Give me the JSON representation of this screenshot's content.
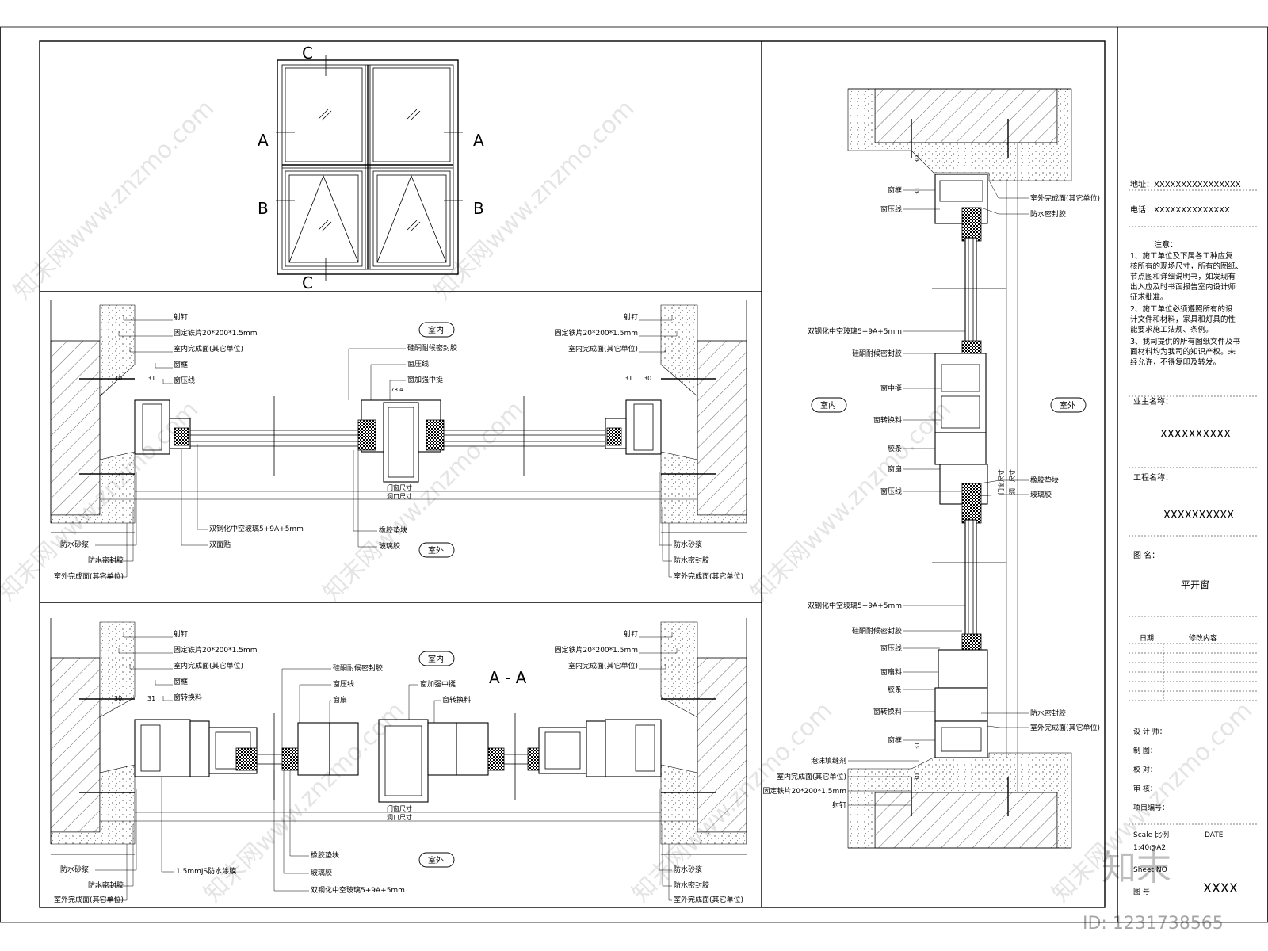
{
  "elevation": {
    "labels": {
      "a_left": "A",
      "a_right": "A",
      "b_left": "B",
      "b_right": "B",
      "c_top": "C",
      "c_bottom": "C"
    }
  },
  "horizontal_section_b": {
    "room_in": "室内",
    "room_out": "室外",
    "left_top": [
      "射钉",
      "固定铁片20*200*1.5mm",
      "室内完成面(其它单位)",
      "窗框",
      "窗压线"
    ],
    "left_bottom": [
      "防水砂浆",
      "防水密封胶",
      "室外完成面(其它单位)"
    ],
    "right_top": [
      "射钉",
      "固定铁片20*200*1.5mm",
      "室内完成面(其它单位)"
    ],
    "right_bottom": [
      "防水砂浆",
      "防水密封胶",
      "室外完成面(其它单位)"
    ],
    "center_top": [
      "硅酮耐候密封胶",
      "窗压线",
      "窗加强中挺"
    ],
    "center_bottom": [
      "双钢化中空玻璃5+9A+5mm",
      "双面贴",
      "橡胶垫块",
      "玻璃胶"
    ],
    "dims": {
      "d30": "30",
      "d31": "31",
      "d_center": "78.4",
      "door": "门窗尺寸",
      "hole": "洞口尺寸"
    }
  },
  "horizontal_section_a": {
    "title": "A - A",
    "room_in": "室内",
    "room_out": "室外",
    "left_top": [
      "射钉",
      "固定铁片20*200*1.5mm",
      "室内完成面(其它单位)",
      "窗框",
      "窗转换料"
    ],
    "left_bottom": [
      "防水砂浆",
      "防水密封胶",
      "室外完成面(其它单位)"
    ],
    "right_top": [
      "射钉",
      "固定铁片20*200*1.5mm",
      "室内完成面(其它单位)"
    ],
    "right_bottom": [
      "防水砂浆",
      "防水密封胶",
      "室外完成面(其它单位)"
    ],
    "center_top": [
      "硅酮耐候密封胶",
      "窗压线",
      "窗扇",
      "窗加强中挺",
      "窗转换料"
    ],
    "center_bottom": [
      "1.5mmJS防水涂膜",
      "橡胶垫块",
      "玻璃胶",
      "双钢化中空玻璃5+9A+5mm"
    ],
    "dims": {
      "d30": "30",
      "d31": "31",
      "door": "门窗尺寸",
      "hole": "洞口尺寸"
    }
  },
  "vertical_section": {
    "room_in": "室内",
    "room_out": "室外",
    "right_labels": [
      "室外完成面(其它单位)",
      "防水密封胶",
      "橡胶垫块",
      "玻璃胶",
      "防水密封胶",
      "室外完成面(其它单位)"
    ],
    "left_labels": [
      "窗框",
      "窗压线",
      "双钢化中空玻璃5+9A+5mm",
      "硅酮耐候密封胶",
      "窗中挺",
      "窗转换料",
      "胶条",
      "窗扇",
      "窗压线",
      "双钢化中空玻璃5+9A+5mm",
      "硅酮耐候密封胶",
      "窗压线",
      "窗扇料",
      "胶条",
      "窗转换料",
      "窗框",
      "泡沫填缝剂",
      "室内完成面(其它单位)",
      "固定铁片20*200*1.5mm",
      "射钉"
    ],
    "dims": {
      "d30a": "30",
      "d31a": "31",
      "d31b": "31",
      "d30b": "30",
      "door": "门窗尺寸",
      "hole": "洞口尺寸"
    }
  },
  "title_block": {
    "address": "地址：XXXXXXXXXXXXXXXX",
    "phone": "电话：XXXXXXXXXXXXXX",
    "notes_title": "注意：",
    "notes": [
      "1、施工单位及下属各工种应复",
      "核所有的现场尺寸，所有的图纸、",
      "节点图和详细说明书，如发现有",
      "出入应及时书面报告室内设计师",
      "征求批准。",
      "2、施工单位必须遵照所有的设",
      "计文件和材料，家具和灯具的性",
      "能要求施工法规、条例。",
      "3、我司提供的所有图纸文件及书",
      "面材料均为我司的知识产权。未",
      "经允许，不得复印及转发。"
    ],
    "owner_label": "业主名称：",
    "owner_value": "XXXXXXXXXX",
    "project_label": "工程名称：",
    "project_value": "XXXXXXXXXX",
    "drawing_label": "图    名：",
    "drawing_value": "平开窗",
    "rev_date": "日期",
    "rev_content": "修改内容",
    "designer": "设 计 师：",
    "drafter": "制    图：",
    "checker": "校    对：",
    "reviewer": "审    核：",
    "project_no": "项目编号：",
    "scale_label": "Scale  比例",
    "date_label": "DATE",
    "scale_value": "1:40@A2",
    "sheet_label": "Sheet NO",
    "figure_label": "图    号",
    "sheet_value": "XXXX"
  },
  "watermarks": {
    "site": "知末网www.znzmo.com",
    "brand": "知末",
    "id": "ID: 1231738565"
  }
}
